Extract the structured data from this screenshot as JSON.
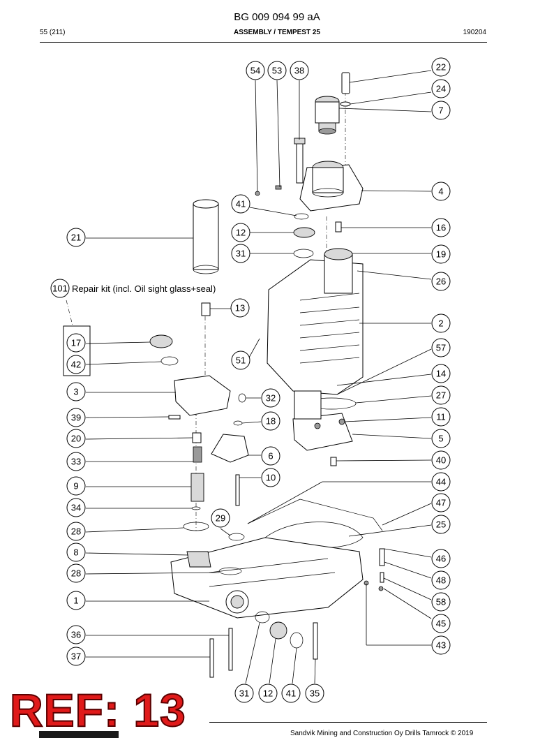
{
  "header": {
    "doc_number": "BG 009 094 99 aA",
    "page": "55 (211)",
    "section": "ASSEMBLY / TEMPEST 25",
    "date_code": "190204"
  },
  "repair_kit": {
    "number": "101",
    "label": "Repair kit (incl. Oil sight glass+seal)",
    "items": [
      "17",
      "42"
    ]
  },
  "callouts": [
    {
      "n": "54"
    },
    {
      "n": "53"
    },
    {
      "n": "38"
    },
    {
      "n": "22"
    },
    {
      "n": "24"
    },
    {
      "n": "7"
    },
    {
      "n": "4"
    },
    {
      "n": "41"
    },
    {
      "n": "16"
    },
    {
      "n": "12"
    },
    {
      "n": "21"
    },
    {
      "n": "31"
    },
    {
      "n": "19"
    },
    {
      "n": "26"
    },
    {
      "n": "13"
    },
    {
      "n": "2"
    },
    {
      "n": "17"
    },
    {
      "n": "57"
    },
    {
      "n": "51"
    },
    {
      "n": "42"
    },
    {
      "n": "14"
    },
    {
      "n": "3"
    },
    {
      "n": "27"
    },
    {
      "n": "32"
    },
    {
      "n": "39"
    },
    {
      "n": "11"
    },
    {
      "n": "18"
    },
    {
      "n": "20"
    },
    {
      "n": "5"
    },
    {
      "n": "6"
    },
    {
      "n": "33"
    },
    {
      "n": "40"
    },
    {
      "n": "10"
    },
    {
      "n": "9"
    },
    {
      "n": "44"
    },
    {
      "n": "34"
    },
    {
      "n": "47"
    },
    {
      "n": "29"
    },
    {
      "n": "25"
    },
    {
      "n": "28"
    },
    {
      "n": "8"
    },
    {
      "n": "46"
    },
    {
      "n": "28"
    },
    {
      "n": "48"
    },
    {
      "n": "1"
    },
    {
      "n": "58"
    },
    {
      "n": "45"
    },
    {
      "n": "36"
    },
    {
      "n": "43"
    },
    {
      "n": "37"
    },
    {
      "n": "31"
    },
    {
      "n": "12"
    },
    {
      "n": "41"
    },
    {
      "n": "35"
    }
  ],
  "stamp": {
    "text": "REF: 13",
    "color": "#e01a1a"
  },
  "footer": {
    "text": "Sandvik Mining and Construction Oy Drills Tamrock © 2019"
  }
}
